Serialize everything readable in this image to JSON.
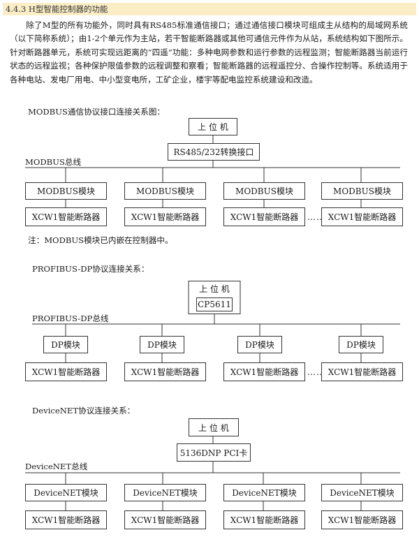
{
  "section": {
    "heading": "4.4.3 H型智能控制器的功能",
    "paragraph": "除了M型的所有功能外，同时具有RS485标准通信接口；通过通信接口模块可组成主从结构的局域网系统（以下简称系统）；由1-2个单元作为主站，若干智能断路器或其他可通信元件作为从站，系统结构如下图所示。针对断路器单元，系统可实现远距离的“四遥”功能：多种电网参数和运行参数的远程监测；智能断路器当前运行状态的远程监视；各种保护限值参数的远程调整和察看；智能断路器的远程遥控分、合操作控制等。系统适用于各种电站、发电厂用电、中小型变电所，工矿企业，楼宇等配电监控系统建设和改造。"
  },
  "modbus": {
    "caption": "MODBUS通信协议接口连接关系图：",
    "host": "上 位 机",
    "converter": "RS485/232转换接口",
    "bus_label": "MODBUS总线",
    "modules": [
      "MODBUS模块",
      "MODBUS模块",
      "MODBUS模块",
      "MODBUS模块"
    ],
    "breakers": [
      "XCW1智能断路器",
      "XCW1智能断路器",
      "XCW1智能断路器",
      "XCW1智能断路器"
    ],
    "ellipsis": "……",
    "note": "注：MODBUS模块已内嵌在控制器中。"
  },
  "profibus": {
    "caption": "PROFIBUS-DP协议连接关系：",
    "host": "上 位 机",
    "card": "CP5611",
    "bus_label": "PROFIBUS-DP总线",
    "modules": [
      "DP模块",
      "DP模块",
      "DP模块",
      "DP模块"
    ],
    "breakers": [
      "XCW1智能断路器",
      "XCW1智能断路器",
      "XCW1智能断路器",
      "XCW1智能断路器"
    ],
    "ellipsis": "……"
  },
  "devicenet": {
    "caption": "DeviceNET协议连接关系：",
    "host": "上 位 机",
    "card": "5136DNP PCI卡",
    "bus_label": "DeviceNET总线",
    "modules": [
      "DeviceNET模块",
      "DeviceNET模块",
      "DeviceNET模块",
      "DeviceNET模块"
    ],
    "breakers": [
      "XCW1智能断路器",
      "XCW1智能断路器",
      "XCW1智能断路器",
      "XCW1智能断路器"
    ]
  }
}
